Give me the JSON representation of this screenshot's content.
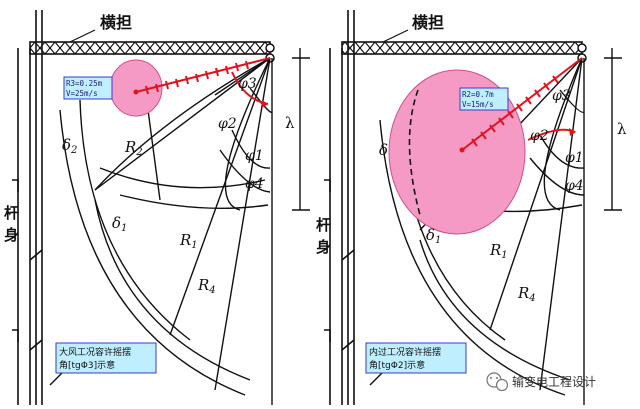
{
  "colors": {
    "lines": "#111111",
    "ellipse_fill": "#f59ac4",
    "ellipse_stroke": "#d0508a",
    "red_line": "#e0141e",
    "label_box_fill": "#bfefff",
    "label_box_stroke": "#3a3ad0"
  },
  "left_panel": {
    "title": "横担",
    "pole_label_1": "杆",
    "pole_label_2": "身",
    "box_line1": "R3=0.25m",
    "box_line2": "V=25m/s",
    "phi3": "φ3",
    "phi2": "φ2",
    "phi1": "φ1",
    "phi4": "φ4",
    "delta": "δ",
    "delta_sub": "2",
    "delta1": "δ",
    "delta1_sub": "1",
    "r2": "R",
    "r2_sub": "2",
    "r1": "R",
    "r1_sub": "1",
    "r4": "R",
    "r4_sub": "4",
    "lambda": "λ",
    "caption_line1": "大风工况容许摇摆",
    "caption_line2": "角[tgΦ3]示意"
  },
  "right_panel": {
    "title": "横担",
    "pole_label_1": "杆",
    "pole_label_2": "身",
    "box_line1": "R2=0.7m",
    "box_line2": "V=15m/s",
    "phi3": "φ3",
    "phi2": "φ2",
    "phi1": "φ1",
    "phi4": "φ4",
    "delta": "δ",
    "delta1": "δ",
    "delta1_sub": "1",
    "r1": "R",
    "r1_sub": "1",
    "r4": "R",
    "r4_sub": "4",
    "lambda": "λ",
    "caption_line1": "内过工况容许摇摆",
    "caption_line2": "角[tgΦ2]示意"
  },
  "watermark": {
    "icon": "wechat-icon",
    "text": "输变电工程设计"
  }
}
